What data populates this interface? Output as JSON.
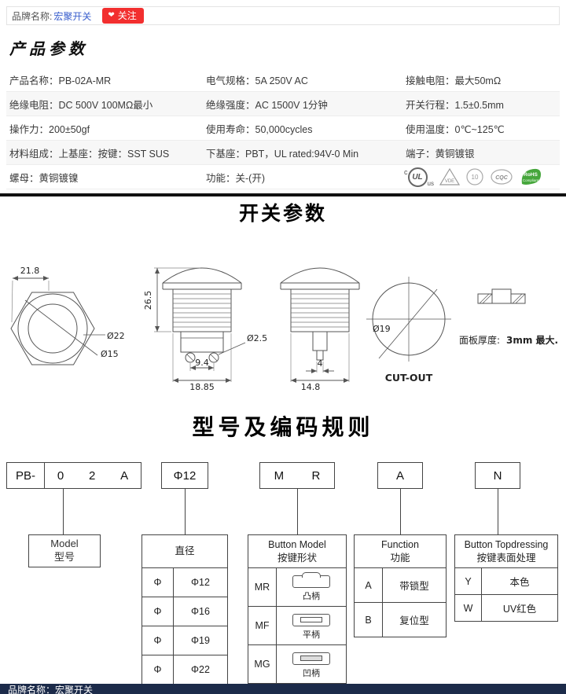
{
  "topbar": {
    "brand_label": "品牌名称:",
    "brand_name": "宏聚开关",
    "heart": "❤",
    "follow": "关注"
  },
  "params": {
    "title": "产品参数",
    "rows": [
      [
        "产品名称：PB-02A-MR",
        "电气规格：5A  250V  AC",
        "接触电阻：最大50mΩ"
      ],
      [
        "绝缘电阻：DC 500V 100MΩ最小",
        "绝缘强度：AC 1500V 1分钟",
        "开关行程：1.5±0.5mm"
      ],
      [
        "操作力：200±50gf",
        "使用寿命：50,000cycles",
        "使用温度：0℃~125℃"
      ],
      [
        "材料组成：上基座：按键：SST SUS",
        "下基座：PBT，UL rated:94V-0 Min",
        "端子：黄铜镀银"
      ],
      [
        "螺母：黄铜镀镍",
        "功能：关-(开)"
      ]
    ],
    "certs": {
      "ul_c": "c",
      "ul": "UL",
      "ul_us": "us",
      "vde": "VDE",
      "stamp": "10",
      "cqc": "CQC",
      "rohs_line1": "RoHS",
      "rohs_line2": "Compliant"
    }
  },
  "sections": {
    "switch_params": "开关参数",
    "model_coding": "型号及编码规则"
  },
  "drawing": {
    "hex_width": "21.8",
    "cap_dia": "Ø22",
    "btn_dia": "Ø15",
    "height": "26.5",
    "hole_dia": "Ø2.5",
    "pitch": "9.4",
    "body_w": "18.85",
    "stem_w": "4",
    "base_w": "14.8",
    "cutout_dia": "Ø19",
    "cutout_label": "CUT-OUT",
    "panel_label": "面板厚度:",
    "panel_value": "3mm 最大."
  },
  "coding": {
    "prefix": "PB-",
    "digit1": "0",
    "digit2": "2",
    "digit3": "A",
    "diameter": "Φ12",
    "btn1": "M",
    "btn2": "R",
    "function": "A",
    "top": "N",
    "model": {
      "en": "Model",
      "zh": "型号"
    },
    "dia_table": {
      "header": "直径",
      "rows": [
        [
          "Φ",
          "Φ12"
        ],
        [
          "Φ",
          "Φ16"
        ],
        [
          "Φ",
          "Φ19"
        ],
        [
          "Φ",
          "Φ22"
        ]
      ]
    },
    "btn_table": {
      "en": "Button Model",
      "zh": "按键形状",
      "rows": [
        {
          "code": "MR",
          "label": "凸柄"
        },
        {
          "code": "MF",
          "label": "平柄"
        },
        {
          "code": "MG",
          "label": "凹柄"
        }
      ]
    },
    "fn_table": {
      "en": "Function",
      "zh": "功能",
      "rows": [
        [
          "A",
          "带锁型"
        ],
        [
          "B",
          "复位型"
        ]
      ]
    },
    "dress_table": {
      "en": "Button Topdressing",
      "zh": "按键表面处理",
      "rows": [
        [
          "Y",
          "本色"
        ],
        [
          "W",
          "UV红色"
        ]
      ]
    }
  },
  "footer": {
    "text": "品牌名称：宏聚开关"
  },
  "colors": {
    "accent_red": "#f22f2f",
    "link_blue": "#3a5fcd",
    "footer_bg": "#1c2b4a",
    "rohs_green": "#46a63c"
  }
}
